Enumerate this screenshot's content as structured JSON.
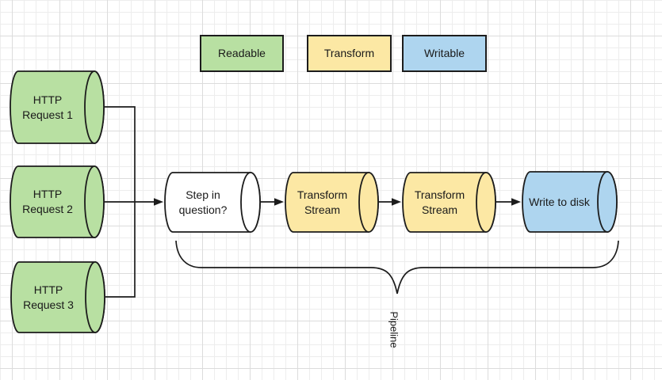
{
  "colors": {
    "readable_green": "#b8e0a2",
    "transform_yellow": "#fce8a4",
    "writable_blue": "#aed5ef",
    "neutral_white": "#ffffff",
    "stroke_dark": "#1c1c1c"
  },
  "legend": {
    "readable": "Readable",
    "transform": "Transform",
    "writable": "Writable"
  },
  "nodes": {
    "http_request_1": "HTTP\nRequest 1",
    "http_request_2": "HTTP\nRequest 2",
    "http_request_3": "HTTP\nRequest 3",
    "step_in_question": "Step in\nquestion?",
    "transform_stream_1": "Transform\nStream",
    "transform_stream_2": "Transform\nStream",
    "write_to_disk": "Write to disk"
  },
  "annotations": {
    "pipeline": "Pipeline"
  }
}
